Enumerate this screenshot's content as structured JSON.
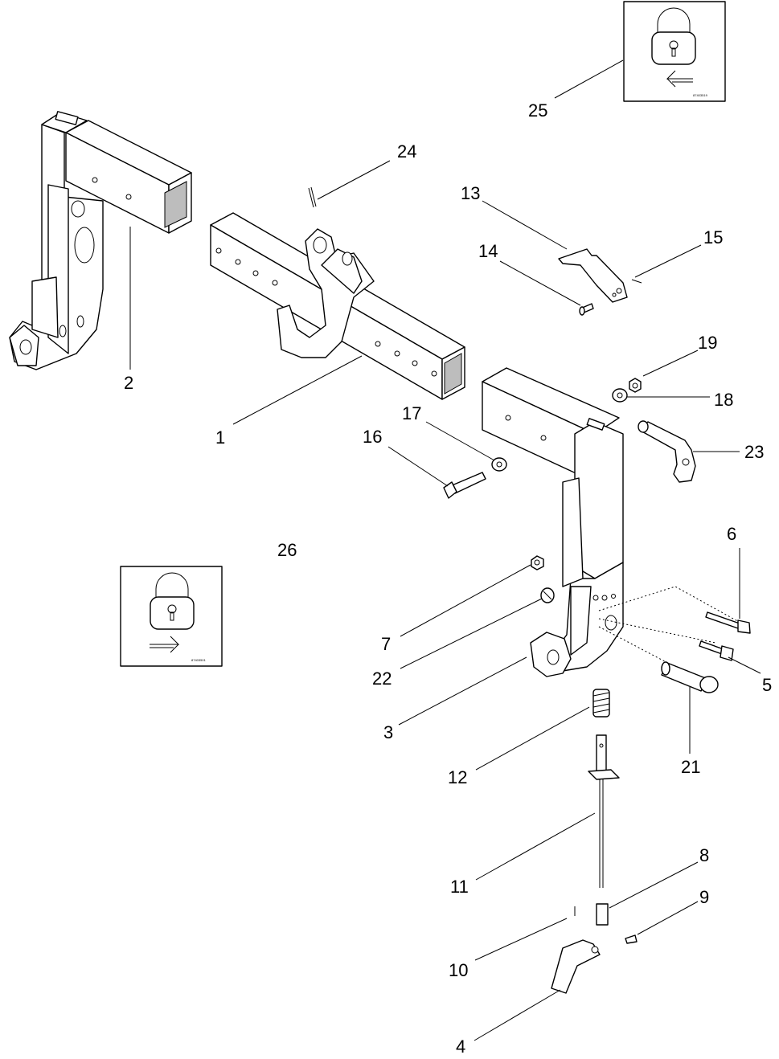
{
  "callouts": {
    "c1": "1",
    "c2": "2",
    "c3": "3",
    "c4": "4",
    "c5": "5",
    "c6": "6",
    "c7": "7",
    "c8": "8",
    "c9": "9",
    "c10": "10",
    "c11": "11",
    "c12": "12",
    "c13": "13",
    "c14": "14",
    "c15": "15",
    "c16": "16",
    "c17": "17",
    "c18": "18",
    "c19": "19",
    "c21": "21",
    "c22": "22",
    "c23": "23",
    "c24": "24",
    "c25": "25",
    "c26": "26"
  },
  "decals": {
    "lock_left_code": "87403501",
    "lock_right_code": "87403519"
  },
  "icons": {
    "decal_left": "padlock-arrow-right-icon",
    "decal_right": "padlock-arrow-left-icon"
  }
}
